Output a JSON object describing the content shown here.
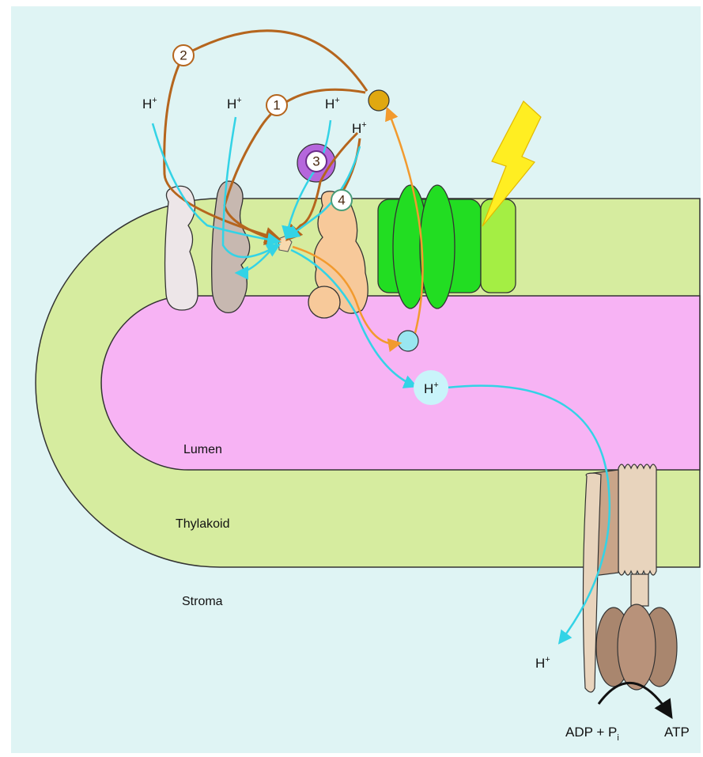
{
  "labels": {
    "lumen": "Lumen",
    "thylakoid": "Thylakoid",
    "stroma": "Stroma",
    "proton": "H",
    "proton_charge": "+",
    "adp": "ADP + P",
    "adp_sub": "i",
    "atp": "ATP"
  },
  "steps": [
    "1",
    "2",
    "3",
    "4"
  ],
  "colors": {
    "background": "#dff4f4",
    "membrane": "#d6ec9f",
    "lumen": "#f7b3f4",
    "proton_path": "#33d3e6",
    "electron_path_brown": "#b5651d",
    "electron_path_orange": "#f29a2e",
    "light": "#ffee22"
  },
  "icons": [
    "lightning-bolt-icon"
  ]
}
